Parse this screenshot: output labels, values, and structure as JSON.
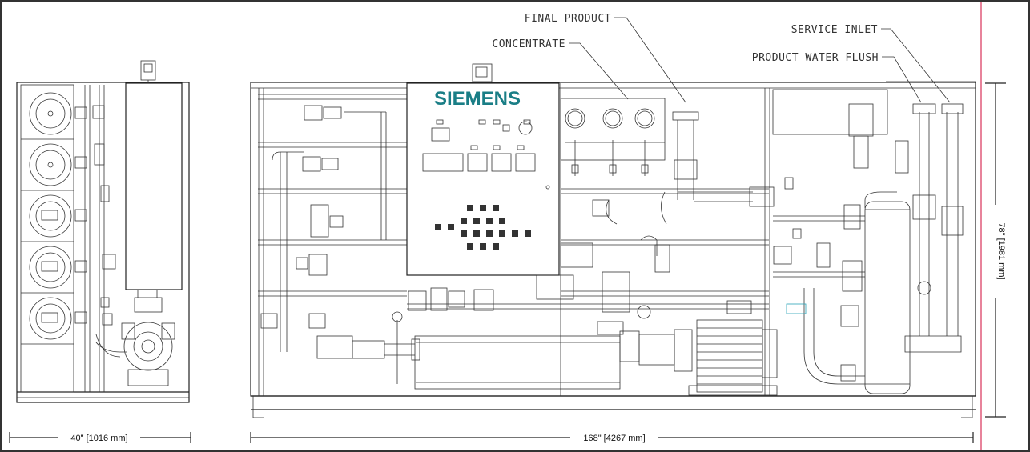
{
  "brand": "SIEMENS",
  "callouts": {
    "final_product": "FINAL PRODUCT",
    "concentrate": "CONCENTRATE",
    "service_inlet": "SERVICE INLET",
    "product_water_flush": "PRODUCT WATER FLUSH"
  },
  "dimensions": {
    "side_width": "40\" [1016 mm]",
    "front_width": "168\" [4267 mm]",
    "height": "78\" [1981 mm]"
  },
  "colors": {
    "brand": "#1a7e86",
    "border_accent": "#e05a7a",
    "line": "#222222"
  }
}
